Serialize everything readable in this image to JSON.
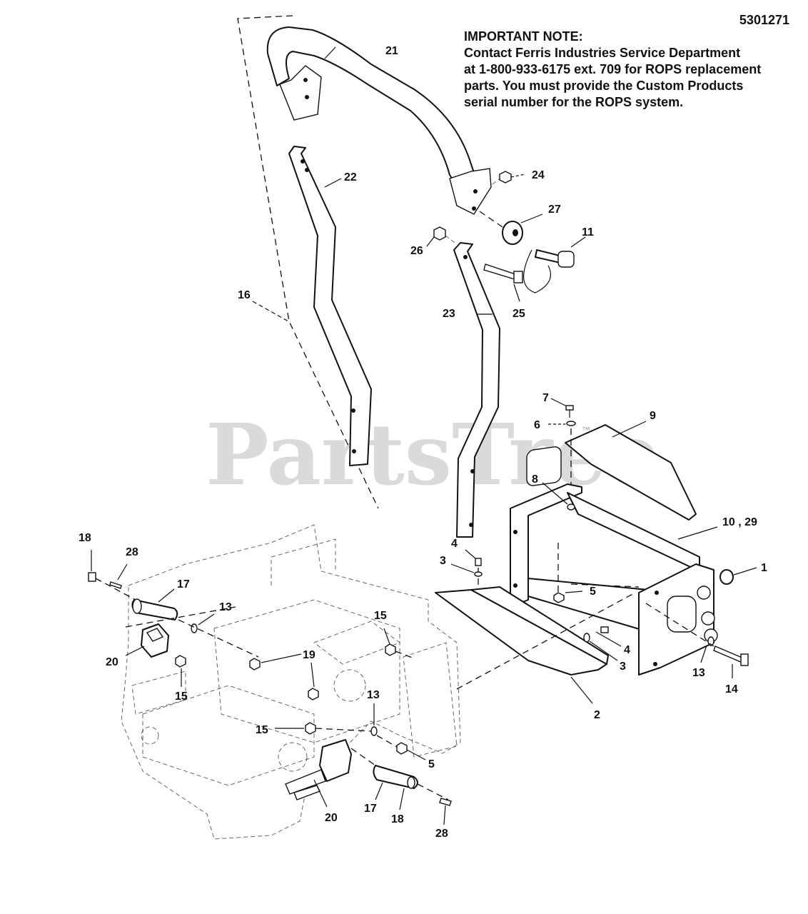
{
  "document_number": "5301271",
  "note": {
    "heading": "IMPORTANT NOTE:",
    "lines": [
      "Contact Ferris Industries Service Department",
      "at 1-800-933-6175 ext. 709 for ROPS replacement",
      "parts. You must provide the Custom Products",
      "serial number for the ROPS system."
    ]
  },
  "watermark": "PartsTree",
  "trademark": "™",
  "callouts": {
    "c21": "21",
    "c22": "22",
    "c16": "16",
    "c24": "24",
    "c27": "27",
    "c11": "11",
    "c26": "26",
    "c25": "25",
    "c23": "23",
    "c7": "7",
    "c6": "6",
    "c9": "9",
    "c8": "8",
    "c10_29": "10 , 29",
    "c1": "1",
    "c4a": "4",
    "c3a": "3",
    "c5a": "5",
    "c4b": "4",
    "c3b": "3",
    "c13a": "13",
    "c14": "14",
    "c2": "2",
    "c18a": "18",
    "c28a": "28",
    "c17a": "17",
    "c13b": "13",
    "c20a": "20",
    "c15a": "15",
    "c15b": "15",
    "c19": "19",
    "c13c": "13",
    "c15c": "15",
    "c5b": "5",
    "c20b": "20",
    "c17b": "17",
    "c18b": "18",
    "c28b": "28"
  }
}
